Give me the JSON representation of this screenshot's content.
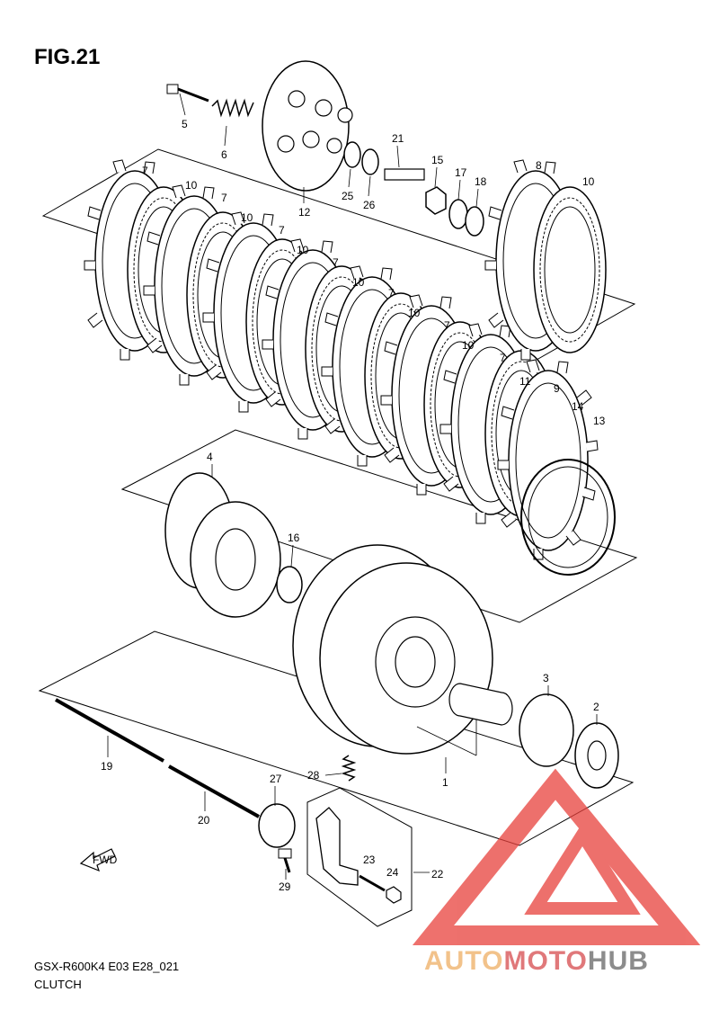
{
  "figure": {
    "title": "FIG.21"
  },
  "model_code": "GSX-R600K4 E03 E28_021",
  "section_name": "CLUTCH",
  "fwd_label": "FWD",
  "watermark": {
    "part1": "AUTO",
    "part2": "MOTO",
    "part3": "HUB",
    "colors": {
      "triangle": "#e8413c",
      "auto": "#f2c28a",
      "moto": "#e0787a",
      "hub": "#8c8c8c"
    }
  },
  "callouts": [
    {
      "id": "c5",
      "text": "5"
    },
    {
      "id": "c6",
      "text": "6"
    },
    {
      "id": "c12",
      "text": "12"
    },
    {
      "id": "c25",
      "text": "25"
    },
    {
      "id": "c26",
      "text": "26"
    },
    {
      "id": "c21",
      "text": "21"
    },
    {
      "id": "c15",
      "text": "15"
    },
    {
      "id": "c17",
      "text": "17"
    },
    {
      "id": "c18",
      "text": "18"
    },
    {
      "id": "c8",
      "text": "8"
    },
    {
      "id": "c10a",
      "text": "10"
    },
    {
      "id": "c7a",
      "text": "7"
    },
    {
      "id": "c10b",
      "text": "10"
    },
    {
      "id": "c7b",
      "text": "7"
    },
    {
      "id": "c10c",
      "text": "10"
    },
    {
      "id": "c7c",
      "text": "7"
    },
    {
      "id": "c10d",
      "text": "10"
    },
    {
      "id": "c7d",
      "text": "7"
    },
    {
      "id": "c10e",
      "text": "10"
    },
    {
      "id": "c7e",
      "text": "7"
    },
    {
      "id": "c10f",
      "text": "10"
    },
    {
      "id": "c7f",
      "text": "7"
    },
    {
      "id": "c10g",
      "text": "10"
    },
    {
      "id": "c7g",
      "text": "7"
    },
    {
      "id": "c11",
      "text": "11"
    },
    {
      "id": "c9",
      "text": "9"
    },
    {
      "id": "c14",
      "text": "14"
    },
    {
      "id": "c13",
      "text": "13"
    },
    {
      "id": "c4",
      "text": "4"
    },
    {
      "id": "c16",
      "text": "16"
    },
    {
      "id": "c3",
      "text": "3"
    },
    {
      "id": "c2",
      "text": "2"
    },
    {
      "id": "c1",
      "text": "1"
    },
    {
      "id": "c19",
      "text": "19"
    },
    {
      "id": "c20",
      "text": "20"
    },
    {
      "id": "c27",
      "text": "27"
    },
    {
      "id": "c28",
      "text": "28"
    },
    {
      "id": "c23",
      "text": "23"
    },
    {
      "id": "c24",
      "text": "24"
    },
    {
      "id": "c22",
      "text": "22"
    },
    {
      "id": "c29",
      "text": "29"
    }
  ]
}
